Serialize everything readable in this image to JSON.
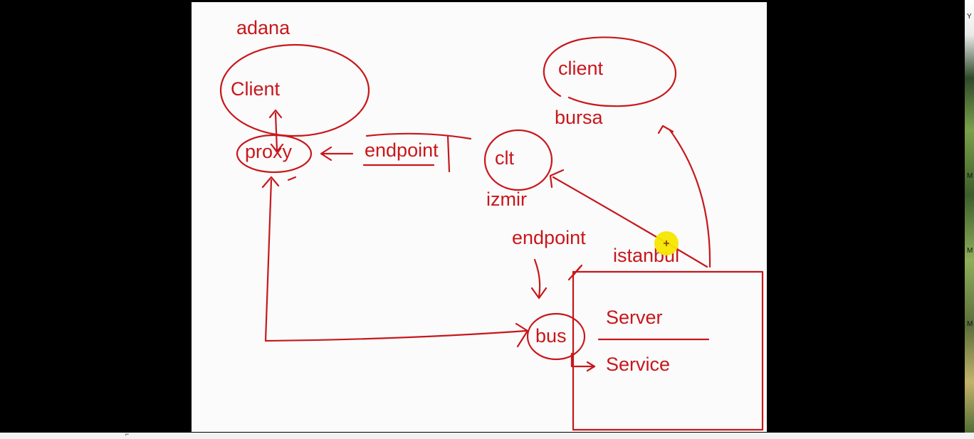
{
  "whiteboard": {
    "labels": {
      "adana": "adana",
      "client_left": "Client",
      "proxy": "proxy",
      "endpoint_top": "endpoint",
      "client_right": "client",
      "bursa": "bursa",
      "clt": "clt",
      "izmir": "izmir",
      "endpoint_mid": "endpoint",
      "istanbul": "istanbul",
      "server": "Server",
      "service": "Service",
      "bus": "bus"
    },
    "ink_color": "#c8171b"
  },
  "side_strip": {
    "letters": [
      "Y",
      "M",
      "M",
      "M"
    ]
  },
  "cursor": {
    "symbol": "+",
    "color": "#f5e600"
  }
}
